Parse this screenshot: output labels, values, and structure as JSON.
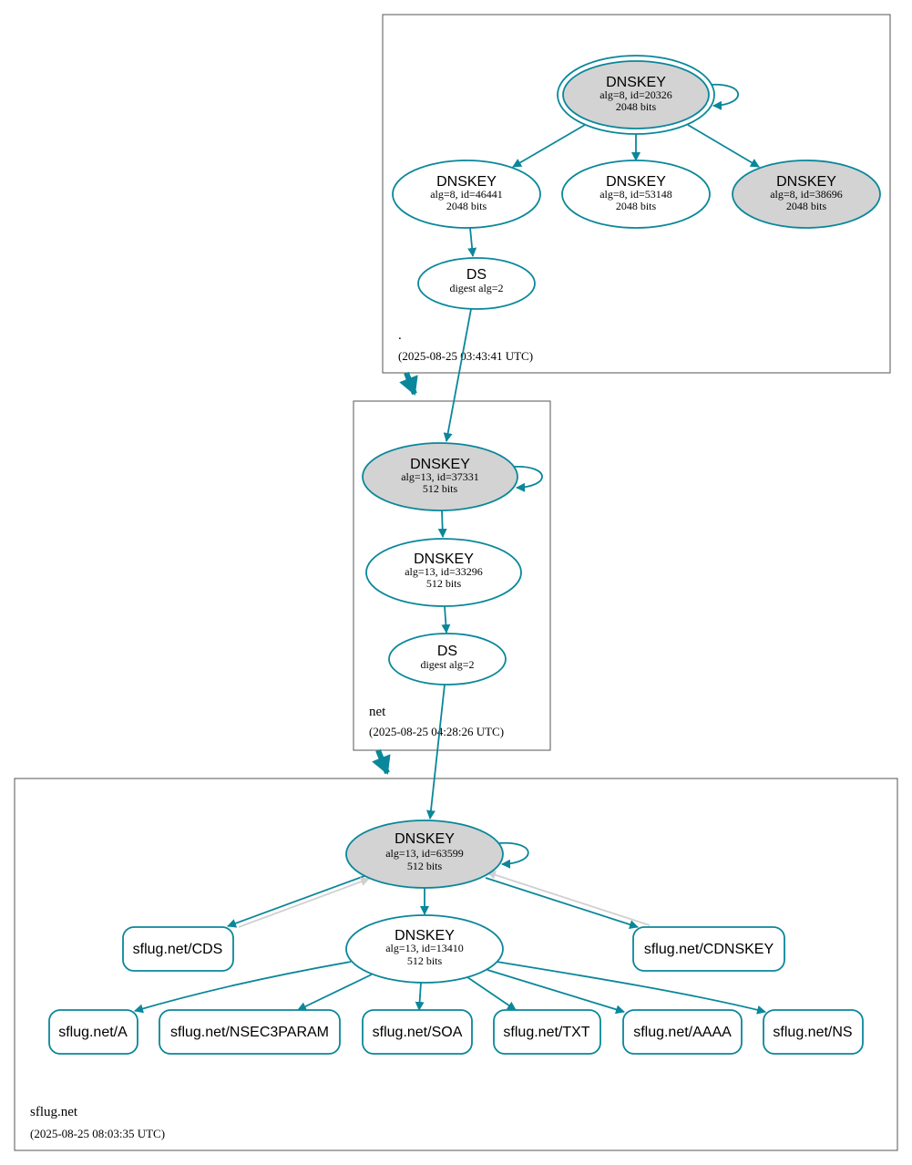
{
  "zones": {
    "root": {
      "name": ".",
      "time": "(2025-08-25 03:43:41 UTC)",
      "ksk": {
        "title": "DNSKEY",
        "alg": "alg=8, id=20326",
        "bits": "2048 bits"
      },
      "zsk1": {
        "title": "DNSKEY",
        "alg": "alg=8, id=46441",
        "bits": "2048 bits"
      },
      "zsk2": {
        "title": "DNSKEY",
        "alg": "alg=8, id=53148",
        "bits": "2048 bits"
      },
      "zsk3": {
        "title": "DNSKEY",
        "alg": "alg=8, id=38696",
        "bits": "2048 bits"
      },
      "ds": {
        "title": "DS",
        "digest": "digest alg=2"
      }
    },
    "net": {
      "name": "net",
      "time": "(2025-08-25 04:28:26 UTC)",
      "ksk": {
        "title": "DNSKEY",
        "alg": "alg=13, id=37331",
        "bits": "512 bits"
      },
      "zsk": {
        "title": "DNSKEY",
        "alg": "alg=13, id=33296",
        "bits": "512 bits"
      },
      "ds": {
        "title": "DS",
        "digest": "digest alg=2"
      }
    },
    "sflug": {
      "name": "sflug.net",
      "time": "(2025-08-25 08:03:35 UTC)",
      "ksk": {
        "title": "DNSKEY",
        "alg": "alg=13, id=63599",
        "bits": "512 bits"
      },
      "zsk": {
        "title": "DNSKEY",
        "alg": "alg=13, id=13410",
        "bits": "512 bits"
      },
      "rrsets": {
        "cds": "sflug.net/CDS",
        "cdnskey": "sflug.net/CDNSKEY",
        "a": "sflug.net/A",
        "nsec3param": "sflug.net/NSEC3PARAM",
        "soa": "sflug.net/SOA",
        "txt": "sflug.net/TXT",
        "aaaa": "sflug.net/AAAA",
        "ns": "sflug.net/NS"
      }
    }
  },
  "colors": {
    "edge": "#0a879a",
    "ksk_fill": "#d3d3d3",
    "grey_edge": "#d0d0d0"
  }
}
